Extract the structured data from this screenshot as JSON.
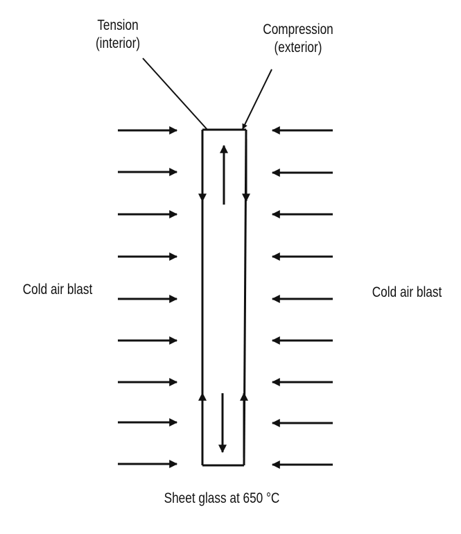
{
  "labels": {
    "tension_line1": "Tension",
    "tension_line2": "(interior)",
    "compression_line1": "Compression",
    "compression_line2": "(exterior)",
    "cold_air_left": "Cold air blast",
    "cold_air_right": "Cold air blast",
    "sheet_glass": "Sheet glass at 650 °C"
  },
  "colors": {
    "ink": "#111111",
    "background": "#ffffff"
  }
}
